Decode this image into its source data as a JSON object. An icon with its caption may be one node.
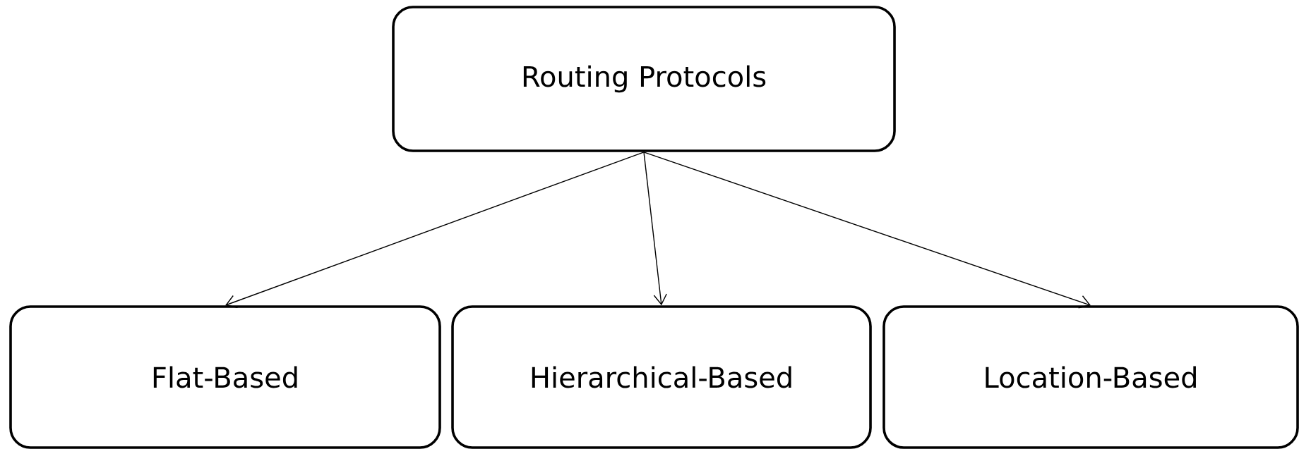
{
  "diagram": {
    "nodes": [
      {
        "text": [
          "Routing Protocols"
        ]
      },
      {
        "text": [
          "Flat-Based"
        ]
      },
      {
        "text": [
          "Hierarchical-Based"
        ]
      },
      {
        "text": [
          "Location-Based"
        ]
      }
    ],
    "edges": [
      {
        "from": 0,
        "to": 1,
        "arrow": "to"
      },
      {
        "from": 0,
        "to": 2,
        "arrow": "to"
      },
      {
        "from": 0,
        "to": 3,
        "arrow": "to"
      }
    ]
  }
}
